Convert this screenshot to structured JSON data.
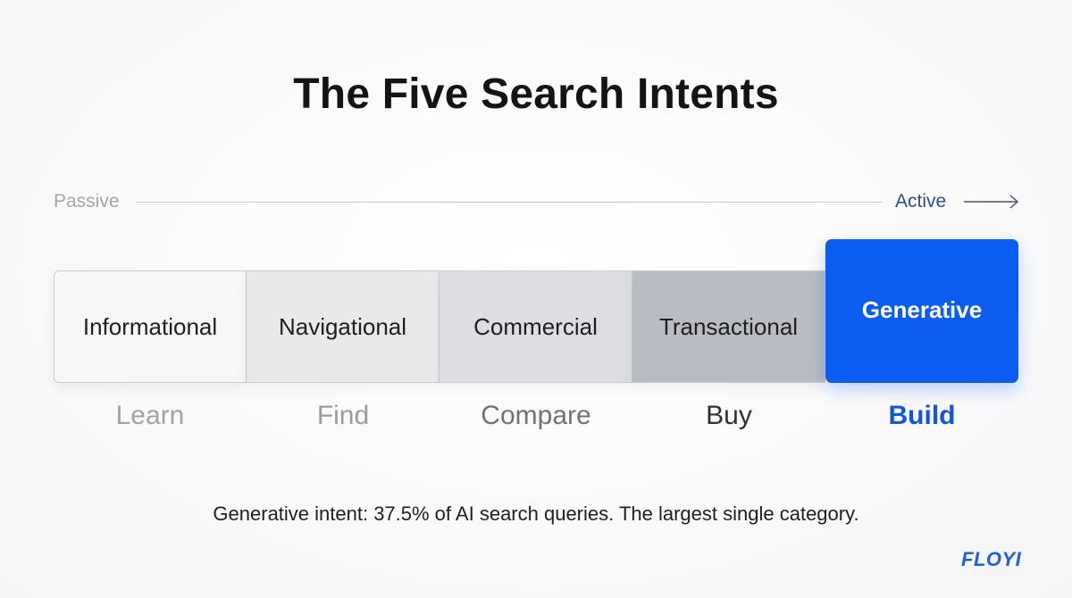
{
  "title": "The Five Search Intents",
  "axis": {
    "start_label": "Passive",
    "end_label": "Active"
  },
  "stages": [
    {
      "name": "Informational",
      "verb": "Learn"
    },
    {
      "name": "Navigational",
      "verb": "Find"
    },
    {
      "name": "Commercial",
      "verb": "Compare"
    },
    {
      "name": "Transactional",
      "verb": "Buy"
    },
    {
      "name": "Generative",
      "verb": "Build"
    }
  ],
  "highlight_stage": "Generative",
  "caption": "Generative intent: 37.5% of AI search queries. The largest single category.",
  "brand": "FLOYI",
  "colors": {
    "accent": "#0b5cf0",
    "verb_highlight": "#1556d6"
  }
}
